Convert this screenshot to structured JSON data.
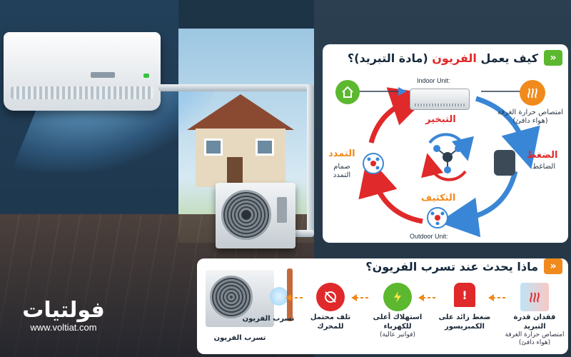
{
  "colors": {
    "accent_green": "#5cb82e",
    "highlight_red": "#e0292a",
    "cool_blue": "#3a86d6",
    "warm_red": "#e0292a",
    "orange": "#f08a1c"
  },
  "top_panel": {
    "title_prefix": "كيف يعمل",
    "title_highlight": "الفريون",
    "title_suffix": "(مادة التبريد)؟",
    "indoor_unit_label": "Indoor Unit:",
    "outdoor_unit_label": "Outdoor Unit:",
    "stages": {
      "evaporation": "التبخير",
      "compression": "الضغط",
      "compressor": "الضاغط",
      "condensation": "التكثيف",
      "expansion": "التمدد",
      "expansion_valve": "صمام التمدد",
      "room_heat": "امتصاص حرارة الغرفة",
      "room_heat_note": "(هواء دافئ)"
    },
    "icons": [
      "house-icon",
      "heat-waves-icon",
      "compressor-icon",
      "molecule-icon",
      "expansion-valve-icon"
    ]
  },
  "bottom_panel": {
    "title": "ماذا يحدث عند تسرب الفريون؟",
    "chain": [
      {
        "label": "فقدان قدرة التبريد",
        "sub": "امتصاص حرارة الغرفة (هواء دافئ)",
        "icon": "cooling-loss-icon"
      },
      {
        "label": "ضغط زائد على الكمبريسور",
        "sub": "",
        "icon": "alarm-icon"
      },
      {
        "label": "استهلاك أعلى للكهرباء",
        "sub": "(فواتير عالية)",
        "icon": "power-plug-icon"
      },
      {
        "label": "تلف محتمل للمحرك",
        "sub": "",
        "icon": "engine-damage-icon"
      },
      {
        "label": "تسرب الفريون",
        "sub": "",
        "icon": "leak-icon"
      }
    ],
    "leak_caption": "تسرب الفريون"
  },
  "brand": {
    "name": "فولتيات",
    "url": "www.voltiat.com"
  }
}
